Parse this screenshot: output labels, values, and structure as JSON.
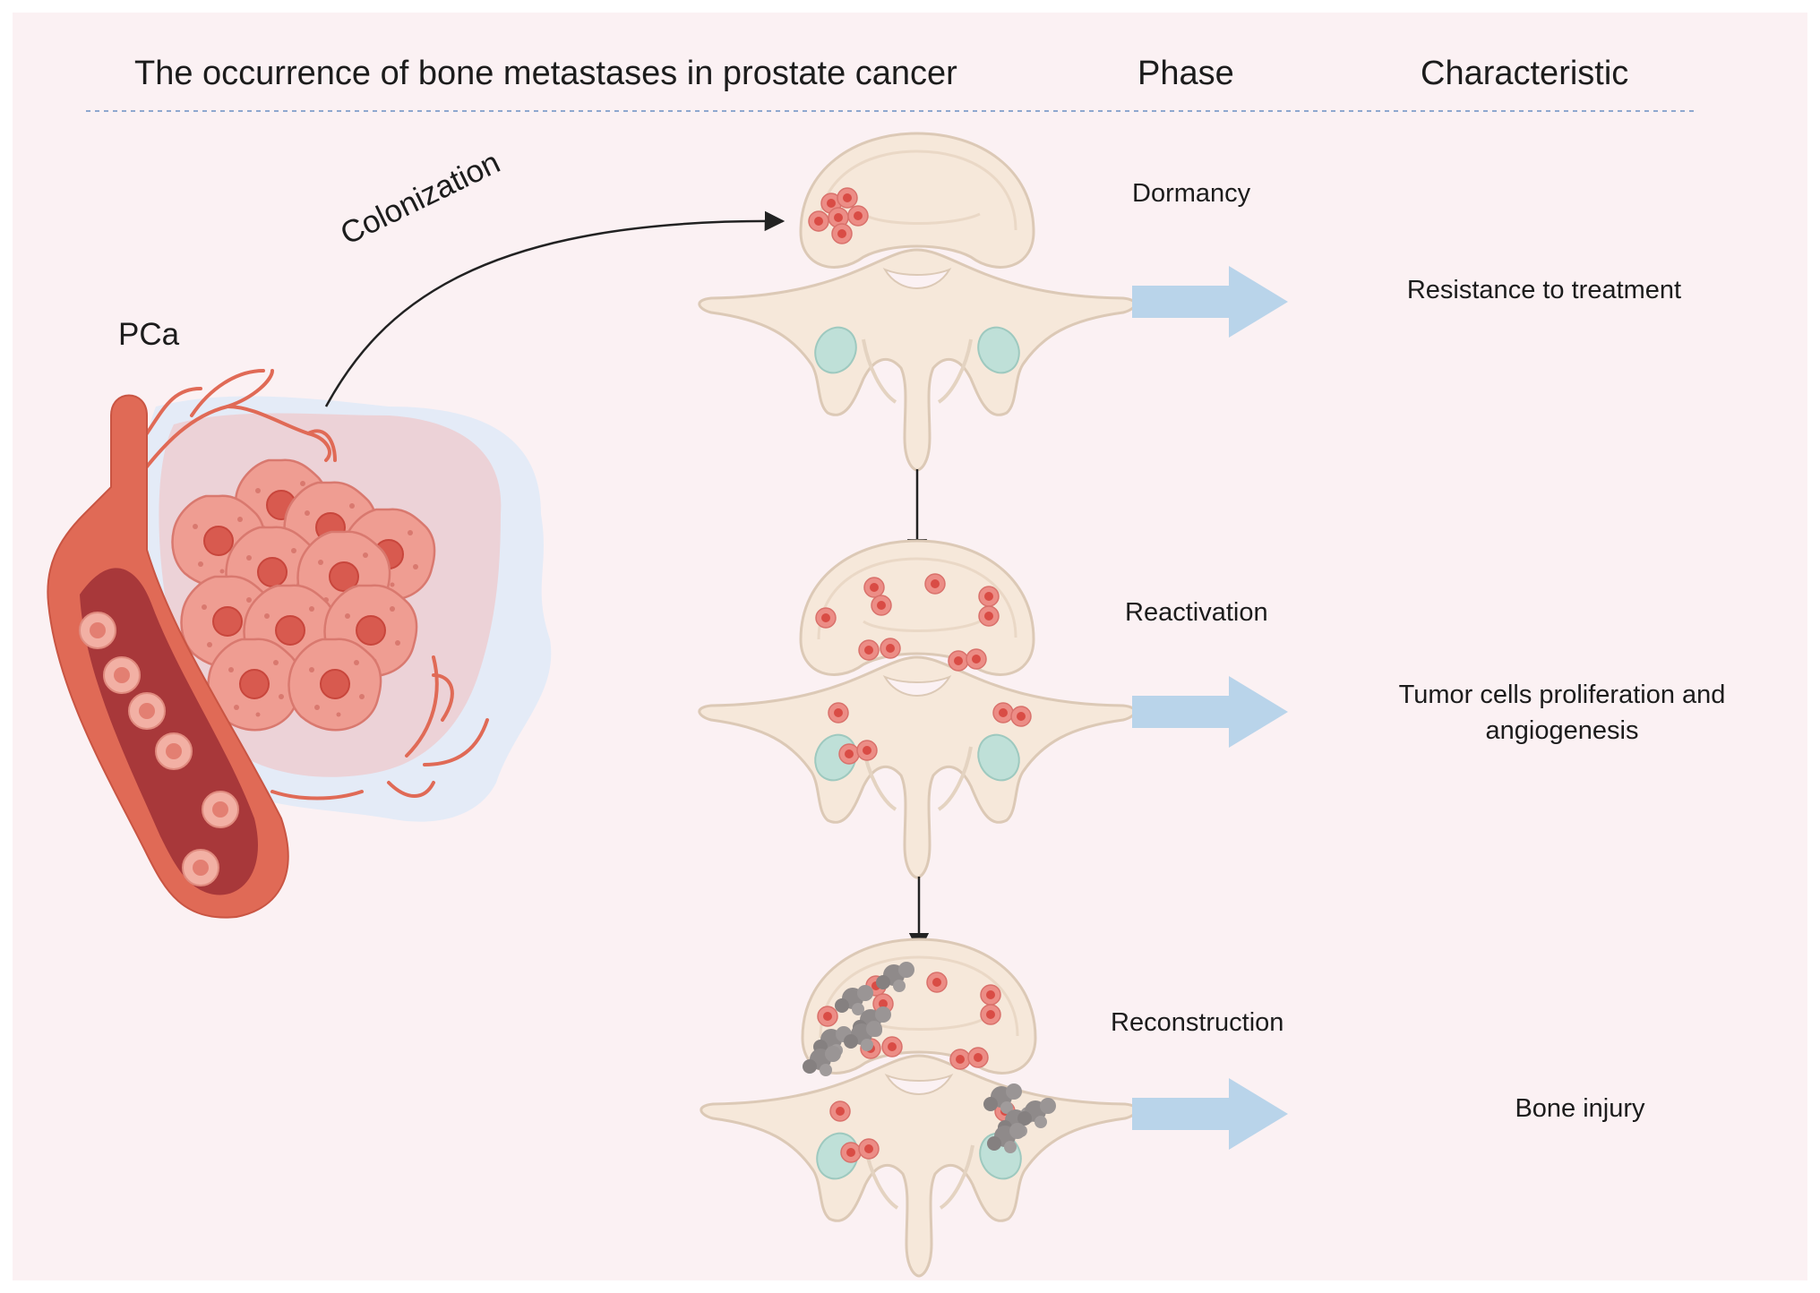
{
  "header": {
    "process_title": "The occurrence of bone metastases in prostate cancer",
    "phase_title": "Phase",
    "characteristic_title": "Characteristic"
  },
  "tumor": {
    "label": "PCa",
    "colonization_label": "Colonization"
  },
  "stages": [
    {
      "phase": "Dormancy",
      "characteristic": "Resistance to treatment"
    },
    {
      "phase": "Reactivation",
      "characteristic": "Tumor cells proliferation and angiogenesis"
    },
    {
      "phase": "Reconstruction",
      "characteristic": "Bone injury"
    }
  ],
  "colors": {
    "background": "#fbf1f3",
    "bone": "#f6e8da",
    "bone_outline": "#dcc9b6",
    "cartilage": "#bfe0d8",
    "tumor_cell": "#ec8d86",
    "tumor_nucleus": "#d94c45",
    "vessel": "#e06a56",
    "vessel_lumen": "#a8383a",
    "arrow": "#b9d4ea",
    "lesion": "#8f8a8a"
  }
}
